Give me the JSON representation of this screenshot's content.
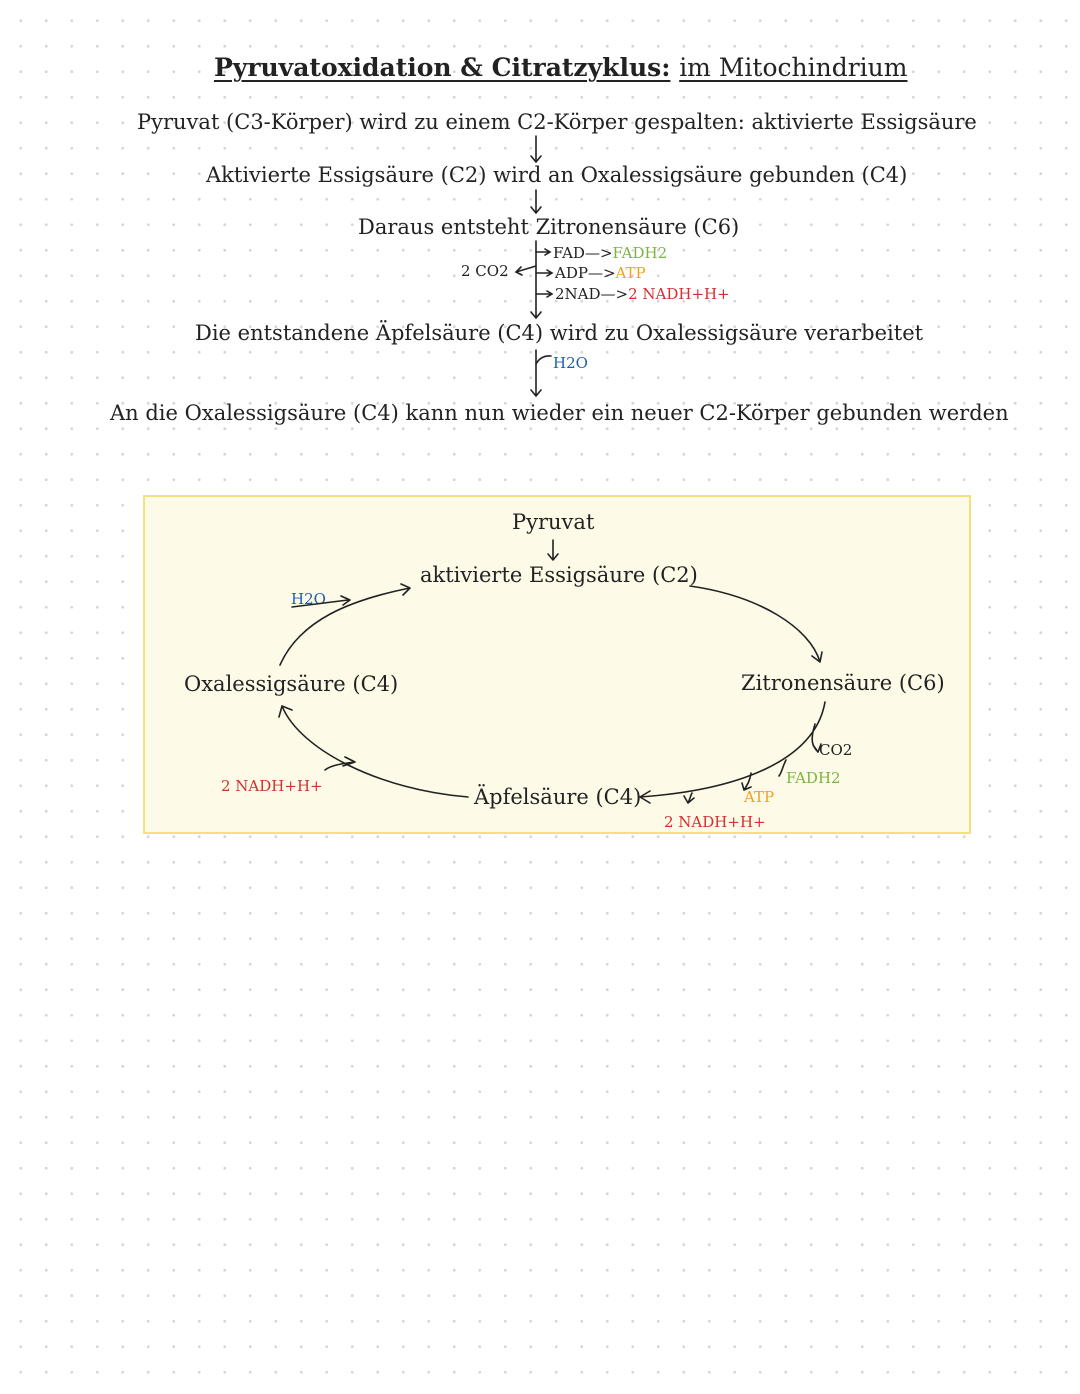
{
  "title": {
    "part1": "Pyruvatoxidation & Citratzyklus:",
    "part2": "im Mitochindrium"
  },
  "steps": {
    "line1": "Pyruvat (C3-Körper) wird zu einem C2-Körper gespalten: aktivierte Essigsäure",
    "line2": "Aktivierte Essigsäure (C2) wird an Oxalessigsäure gebunden (C4)",
    "line3": "Daraus entsteht Zitronensäure (C6)",
    "co2": "2 CO2",
    "fad": "FAD—>",
    "fadh2": "FADH2",
    "adp": "ADP—>",
    "atp": "ATP",
    "nad": "2NAD—>",
    "nadh": "2 NADH+H+",
    "line4": "Die entstandene Äpfelsäure (C4) wird zu Oxalessigsäure verarbeitet",
    "h2o": "H2O",
    "line5": "An die Oxalessigsäure (C4) kann nun wieder ein neuer C2-Körper gebunden werden"
  },
  "cycle": {
    "pyruvat": "Pyruvat",
    "essig": "aktivierte Essigsäure (C2)",
    "zitronen": "Zitronensäure (C6)",
    "oxal": "Oxalessigsäure (C4)",
    "apfel": "Äpfelsäure (C4)",
    "h2o": "H2O",
    "co2": "CO2",
    "fadh2": "FADH2",
    "atp": "ATP",
    "nadh_right": "2 NADH+H+",
    "nadh_left": "2 NADH+H+"
  },
  "colors": {
    "green": "#7cb342",
    "orange": "#f0a020",
    "red": "#d32f2f",
    "blue": "#1e5fa8",
    "box_fill": "#fdfbe8",
    "box_border": "#f3e27a"
  }
}
